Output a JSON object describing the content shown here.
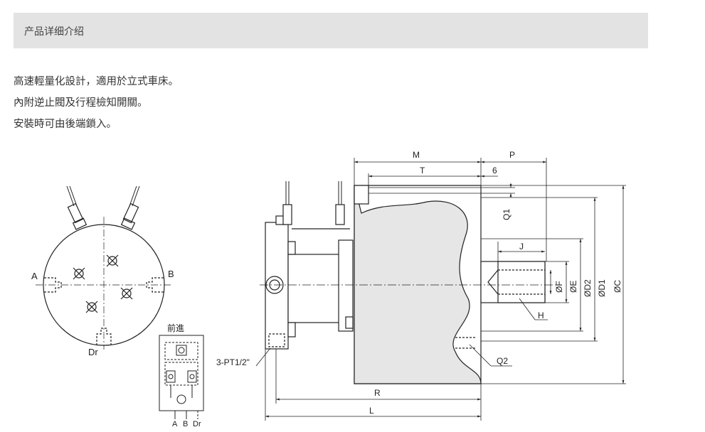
{
  "tab": {
    "title": "产品详细介绍"
  },
  "description": {
    "lines": [
      "高速輕量化設計，適用於立式車床。",
      "內附逆止閥及行程檢知開關。",
      "安裝時可由後端鎖入。"
    ]
  },
  "drawing": {
    "front_view": {
      "port_a": "A",
      "port_b": "B",
      "port_dr": "Dr"
    },
    "hydraulic_schematic": {
      "title": "前進",
      "ports": [
        "A",
        "B",
        "Dr"
      ]
    },
    "dimensions": {
      "M": "M",
      "P": "P",
      "T": "T",
      "six": "6",
      "Q1": "Q1",
      "J": "J",
      "F": "ØF",
      "E": "ØE",
      "D2": "ØD2",
      "D1": "ØD1",
      "C": "ØC",
      "H": "H",
      "Q2": "Q2",
      "R": "R",
      "L": "L",
      "thread": "3-PT1/2\""
    }
  }
}
